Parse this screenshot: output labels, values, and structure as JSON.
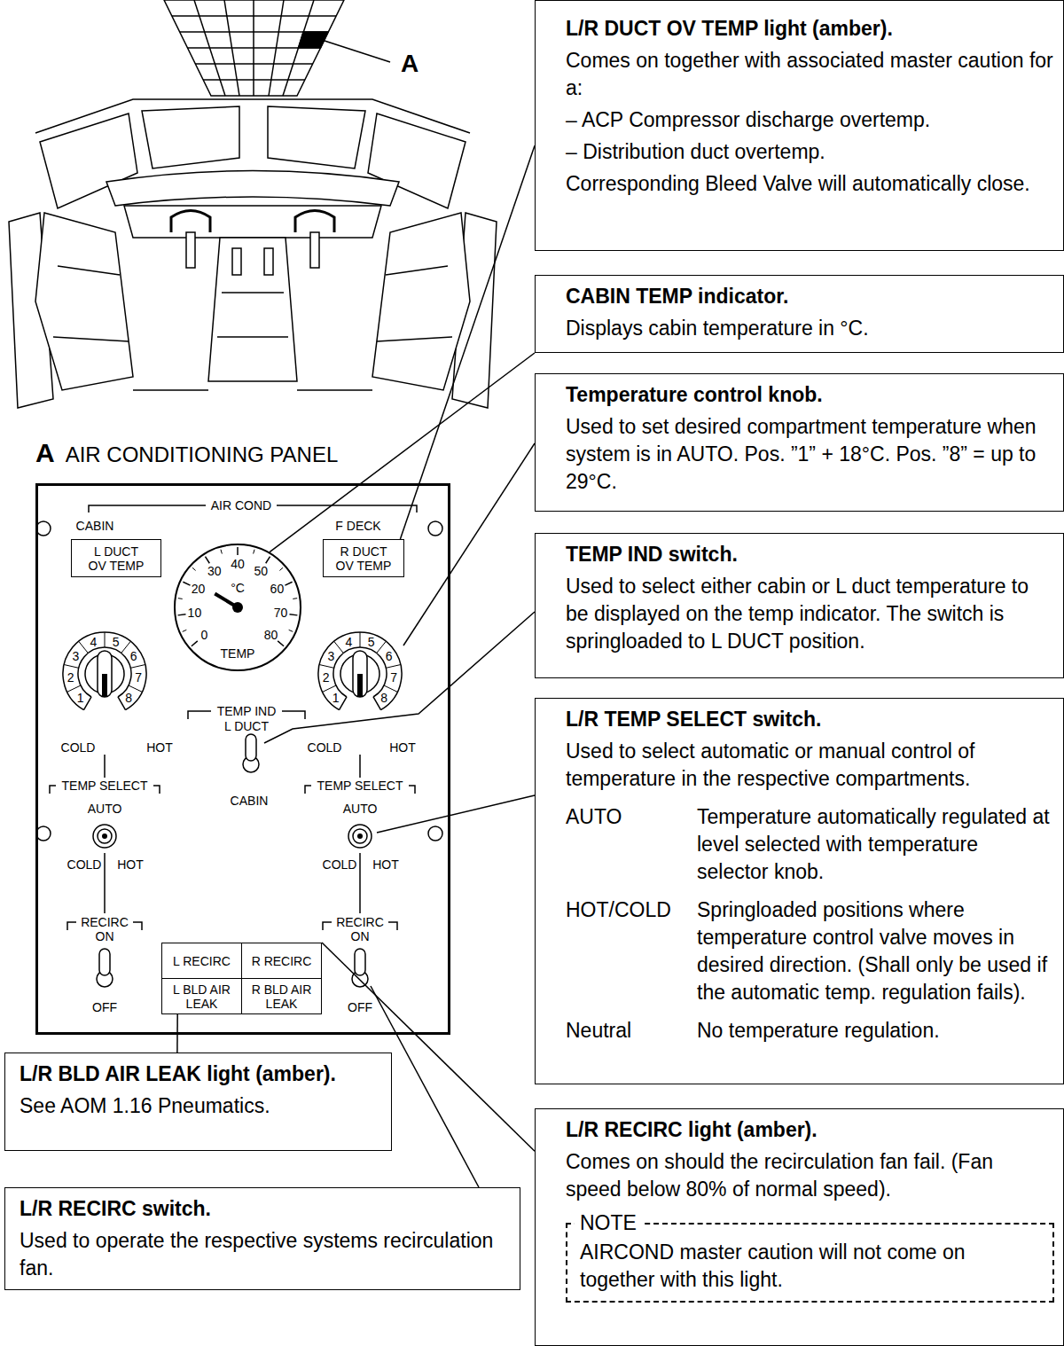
{
  "diagram": {
    "nodes": [
      {
        "text": [
          "L/R DUCT OV TEMP light (amber).",
          "Comes on together with associated master caution for a:",
          "– ACP Compressor discharge overtemp.",
          "– Distribution duct overtemp.",
          "Corresponding Bleed Valve will automatically close."
        ]
      },
      {
        "text": [
          "CABIN TEMP indicator.",
          "Displays cabin temperature in °C."
        ]
      },
      {
        "text": [
          "Temperature control knob.",
          "Used to set desired compartment temperature when system is in AUTO. Pos. ”1” + 18°C. Pos. ”8” = up to 29°C."
        ]
      },
      {
        "text": [
          "TEMP IND switch.",
          "Used to select either cabin or L duct temperature to be displayed on the temp indicator. The switch is springloaded to L DUCT position."
        ]
      },
      {
        "text": [
          "L/R TEMP SELECT switch.",
          "Used to select automatic or manual control of temperature in the respective compartments.",
          "AUTO",
          "Temperature automatically regulated at level selected with temperature selector knob.",
          "HOT/COLD",
          "Springloaded positions where temperature control valve moves in desired direction. (Shall only be used if the automatic temp. regulation fails).",
          "Neutral",
          "No temperature regulation."
        ]
      },
      {
        "text": [
          "L/R RECIRC light (amber).",
          "Comes on should the recirculation fan fail. (Fan speed below 80% of normal speed)."
        ]
      },
      {
        "text": [
          "NOTE",
          "AIRCOND master caution will not come on together with this light."
        ],
        "in": 5
      },
      {
        "text": [
          "A",
          "AIR CONDITIONING PANEL"
        ]
      },
      {
        "text": [
          "L DUCT OV TEMP"
        ],
        "in": 7
      },
      {
        "text": [
          "R DUCT OV TEMP"
        ],
        "in": 7
      },
      {
        "text": [
          "0",
          "10",
          "20",
          "30",
          "40",
          "50",
          "60",
          "70",
          "80",
          "°C",
          "TEMP"
        ],
        "in": 7
      },
      {
        "text": [
          "L RECIRC"
        ],
        "in": 7
      },
      {
        "text": [
          "R RECIRC"
        ],
        "in": 7
      },
      {
        "text": [
          "L BLD AIR LEAK"
        ],
        "in": 7
      },
      {
        "text": [
          "R BLD AIR LEAK"
        ],
        "in": 7
      },
      {
        "text": [
          "L/R BLD AIR LEAK light (amber).",
          "See AOM 1.16 Pneumatics."
        ]
      },
      {
        "text": [
          "L/R RECIRC switch.",
          "Used to operate the respective systems recirculation fan."
        ]
      }
    ],
    "edges": [
      {
        "from": 0,
        "to": 9,
        "arrow": "none"
      },
      {
        "from": 1,
        "to": 10,
        "arrow": "none"
      },
      {
        "from": 15,
        "to": 13,
        "arrow": "none"
      },
      {
        "from": 5,
        "to": 12,
        "arrow": "none"
      }
    ],
    "labels": [
      "A",
      "AIR COND",
      "CABIN",
      "F DECK",
      "1",
      "2",
      "3",
      "4",
      "5",
      "6",
      "7",
      "8",
      "COLD",
      "HOT",
      "1",
      "2",
      "3",
      "4",
      "5",
      "6",
      "7",
      "8",
      "COLD",
      "HOT",
      "TEMP IND",
      "L DUCT",
      "CABIN",
      "TEMP SELECT",
      "AUTO",
      "COLD",
      "HOT",
      "TEMP SELECT",
      "AUTO",
      "COLD",
      "HOT",
      "RECIRC",
      "ON",
      "OFF",
      "RECIRC",
      "ON",
      "OFF"
    ]
  }
}
